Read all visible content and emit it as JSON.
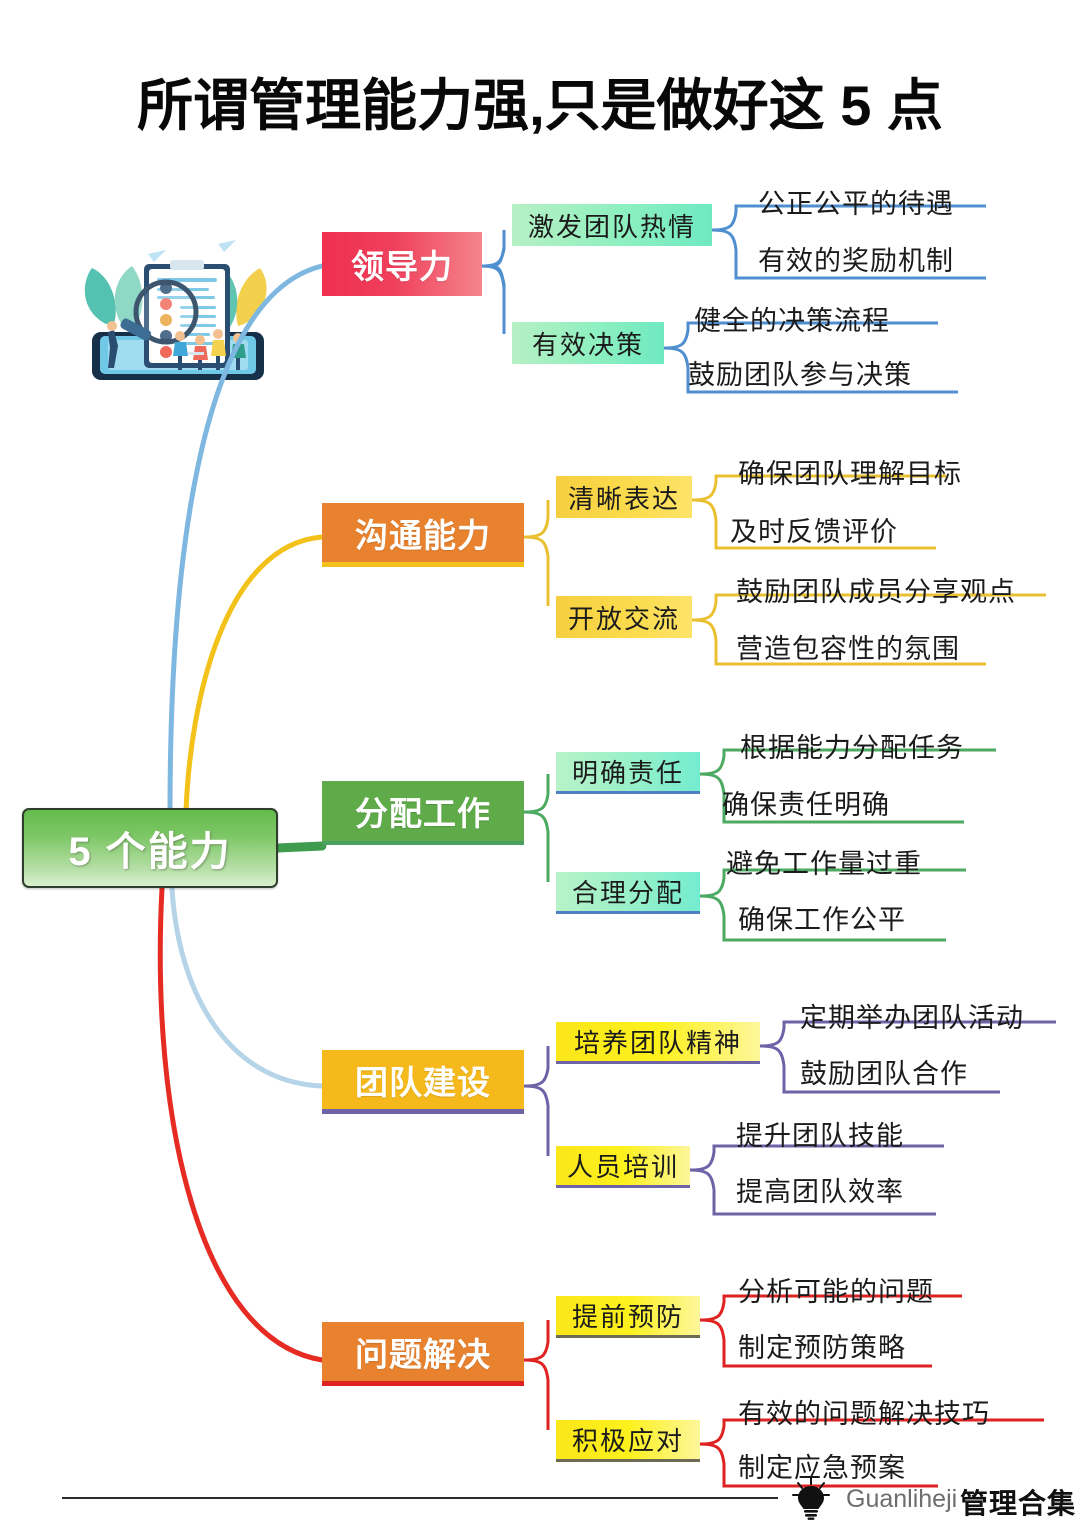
{
  "title": "所谓管理能力强,只是做好这 5 点",
  "center": {
    "label": "5 个能力"
  },
  "illustration": {
    "name": "team-analysis-illustration"
  },
  "branches": [
    {
      "label": "领导力",
      "color": "#ef2f4e",
      "link_color": "#7eb7e0",
      "subs": [
        {
          "label": "激发团队热情",
          "leaves": [
            "公正公平的待遇",
            "有效的奖励机制"
          ]
        },
        {
          "label": "有效决策",
          "leaves": [
            "健全的决策流程",
            "鼓励团队参与决策"
          ]
        }
      ]
    },
    {
      "label": "沟通能力",
      "color": "#e8822e",
      "link_color": "#f3c21a",
      "subs": [
        {
          "label": "清晰表达",
          "leaves": [
            "确保团队理解目标",
            "及时反馈评价"
          ]
        },
        {
          "label": "开放交流",
          "leaves": [
            "鼓励团队成员分享观点",
            "营造包容性的氛围"
          ]
        }
      ]
    },
    {
      "label": "分配工作",
      "color": "#5fab49",
      "link_color": "#4caa63",
      "subs": [
        {
          "label": "明确责任",
          "leaves": [
            "根据能力分配任务",
            "确保责任明确"
          ]
        },
        {
          "label": "合理分配",
          "leaves": [
            "避免工作量过重",
            "确保工作公平"
          ]
        }
      ]
    },
    {
      "label": "团队建设",
      "color": "#f6b91c",
      "link_color": "#6f63a8",
      "subs": [
        {
          "label": "培养团队精神",
          "leaves": [
            "定期举办团队活动",
            "鼓励团队合作"
          ]
        },
        {
          "label": "人员培训",
          "leaves": [
            "提升团队技能",
            "提高团队效率"
          ]
        }
      ]
    },
    {
      "label": "问题解决",
      "color": "#e8822e",
      "link_color": "#df2222",
      "subs": [
        {
          "label": "提前预防",
          "leaves": [
            "分析可能的问题",
            "制定预防策略"
          ]
        },
        {
          "label": "积极应对",
          "leaves": [
            "有效的问题解决技巧",
            "制定应急预案"
          ]
        }
      ]
    }
  ],
  "footer": {
    "brand_en": "Guanliheji",
    "brand_cn": "管理合集",
    "icon": "lightbulb-icon"
  }
}
